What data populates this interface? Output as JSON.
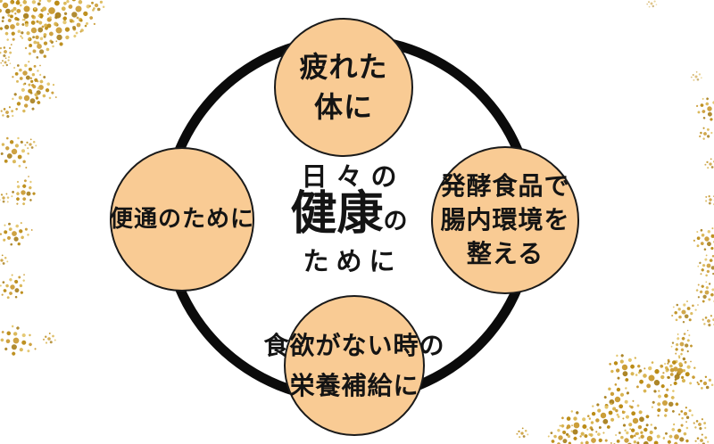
{
  "diagram": {
    "title_center": {
      "line1": "日々の",
      "emphasis": "健康",
      "particle": "の",
      "line2": "ために"
    },
    "nodes": {
      "top": {
        "lines": [
          "疲れた",
          "体に"
        ]
      },
      "left": {
        "lines": [
          "便通のために"
        ]
      },
      "right": {
        "lines": [
          "発酵食品で",
          "腸内環境を",
          "整える"
        ]
      },
      "bottom": {
        "lines": [
          "食欲がない時の",
          "栄養補給に"
        ]
      }
    },
    "colors": {
      "node_fill": "#f9cb94",
      "node_border": "#1a1a1a",
      "ring": "#0b0b0b",
      "text": "#141414",
      "gold_glitter": [
        "#b8860b",
        "#c9992e",
        "#d8b24a",
        "#e3c467",
        "#a87f1c"
      ]
    },
    "decor": {
      "left_edge": "gold-glitter-clusters",
      "right_edge": "gold-glitter-clusters",
      "bottom_right": "gold-glitter-clusters"
    }
  }
}
